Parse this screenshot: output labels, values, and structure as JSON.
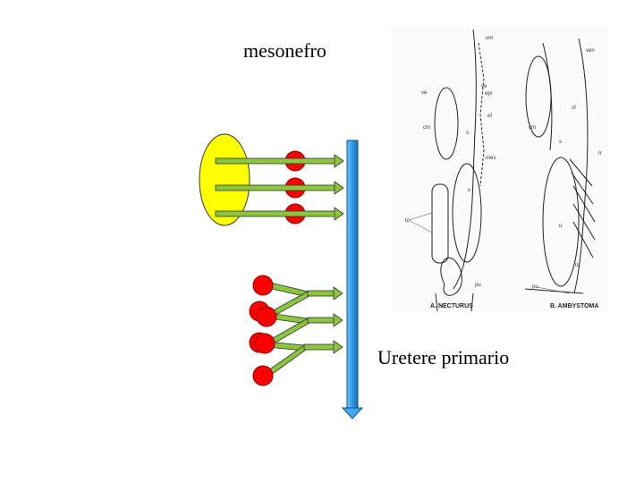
{
  "title": "mesonefro",
  "ureter_label": "Uretere primario",
  "colors": {
    "mesonephros_body": "#ffff00",
    "tubule_arrow": "#8cc63f",
    "glomerulus": "#ff0000",
    "ureter_duct": "#3fa9f5"
  },
  "figure": {
    "caption_left": "A. NECTURUS",
    "caption_right": "B. AMBYSTOMA",
    "labels_left": [
      "um",
      "ve",
      "epi",
      "ve",
      "ef",
      "cm",
      "s",
      "mes",
      "u",
      "tc",
      "pu"
    ],
    "labels_right": [
      "ven",
      "sf",
      "cm",
      "s",
      "rr",
      "u",
      "tc",
      "pu"
    ]
  }
}
